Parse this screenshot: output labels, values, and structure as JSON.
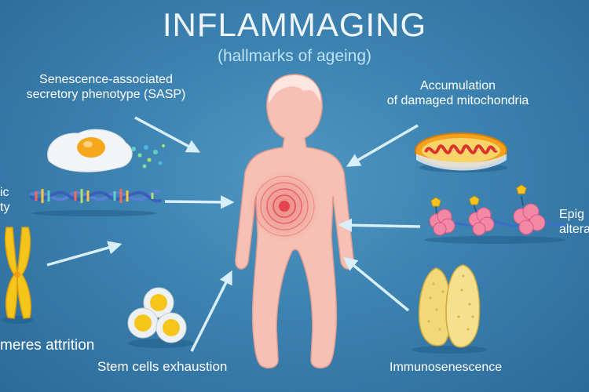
{
  "title": "INFLAMMAGING",
  "subtitle": "(hallmarks of ageing)",
  "labels": {
    "sasp_line1": "Senescence-associated",
    "sasp_line2": "secretory phenotype (SASP)",
    "mito_line1": "Accumulation",
    "mito_line2": "of damaged mitochondria",
    "genomic_line1": "ic",
    "genomic_line2": "ty",
    "epig_line1": "Epig",
    "epig_line2": "altera",
    "telomeres": "meres attrition",
    "stem": "Stem cells exhaustion",
    "immuno": "Immunosenescence"
  },
  "colors": {
    "background": "#3c82b0",
    "arrow": "#d8eff9",
    "body_skin": "#f6c1b4",
    "inflammation": "#e2454f"
  }
}
